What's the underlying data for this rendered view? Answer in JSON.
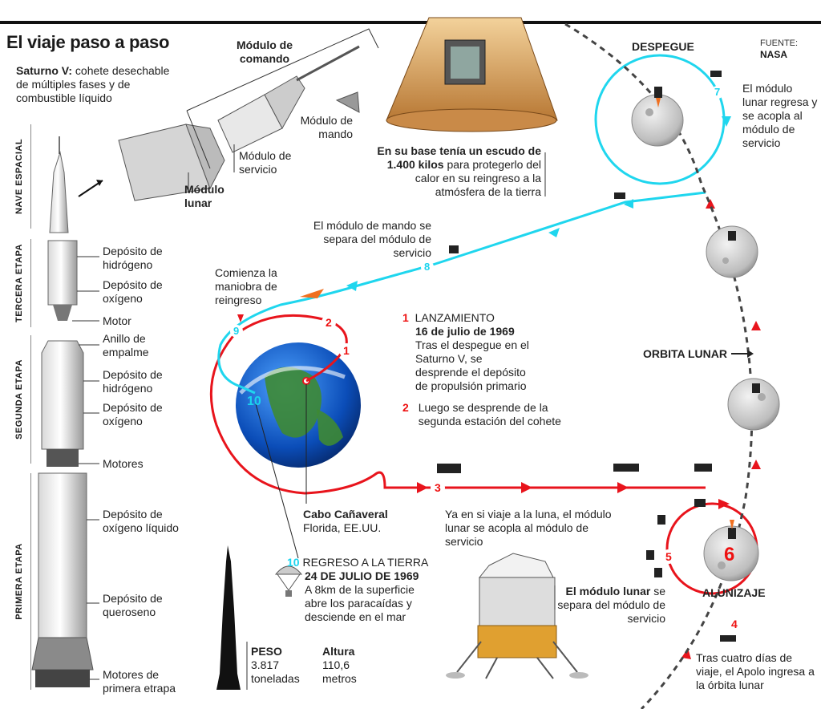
{
  "title": "El viaje paso a paso",
  "source_label": "FUENTE:",
  "source_name": "NASA",
  "saturno": {
    "bold": "Saturno V:",
    "rest": " cohete desechable de múltiples fases y de combustible líquido"
  },
  "stages": {
    "nave": "NAVE ESPACIAL",
    "tercera": "TERCERA ETAPA",
    "segunda": "SEGUNDA ETAPA",
    "primera": "PRIMERA ETAPA"
  },
  "rocket_labels": {
    "dep_hidrogeno_3": "Depósito de hidrógeno",
    "dep_oxigeno_3": "Depósito de oxígeno",
    "motor": "Motor",
    "anillo": "Anillo de empalme",
    "dep_hidrogeno_2": "Depósito de hidrógeno",
    "dep_oxigeno_2": "Depósito de oxígeno",
    "motores": "Motores",
    "dep_oxigeno_liquido": "Depósito de oxígeno líquido",
    "dep_queroseno": "Depósito de queroseno",
    "motores_primera": "Motores de primera etrapa"
  },
  "modules": {
    "comando": "Módulo de comando",
    "mando": "Módulo de mando",
    "servicio": "Módulo de servicio",
    "lunar": "Módulo lunar"
  },
  "shield": {
    "bold": "En su base tenía un escudo de 1.400 kilos",
    "rest": " para protegerlo del calor en su reingreso a la atmósfera de la tierra"
  },
  "steps": {
    "s1_num": "1",
    "s1_title": "LANZAMIENTO",
    "s1_date": "16 de julio de 1969",
    "s1_text": "Tras el despegue en el Saturno V, se desprende el depósito de propulsión primario",
    "s2_num": "2",
    "s2_text": "Luego se desprende de la segunda estación del cohete",
    "s3_text": "Ya en si viaje a la luna, el módulo lunar se acopla al módulo de servicio",
    "s4_text": "Tras cuatro días de viaje, el Apolo ingresa a la órbita lunar",
    "lunar_sep_bold": "El módulo lunar",
    "lunar_sep_rest": " se separa del módulo de servicio",
    "s6_label": "ALUNIZAJE",
    "despegue": "DESPEGUE",
    "s7_text": "El módulo lunar regresa y se acopla al módulo de servicio",
    "s8_text": "El módulo de mando se separa del módulo de servicio",
    "s9_text": "Comienza la maniobra de reingreso",
    "s10_num": "10",
    "s10_title": "REGRESO A LA TIERRA",
    "s10_date": "24 DE JULIO DE 1969",
    "s10_text": "A 8km de la superficie abre los paracaídas y desciende en el mar",
    "orbita": "ORBITA LUNAR"
  },
  "cabo": {
    "bold": "Cabo Cañaveral",
    "rest": "Florida, EE.UU."
  },
  "stats": {
    "peso_label": "PESO",
    "peso_value": "3.817 toneladas",
    "altura_label": "Altura",
    "altura_value": "110,6 metros"
  },
  "markers": {
    "m1": "1",
    "m2": "2",
    "m3": "3",
    "m4": "4",
    "m5": "5",
    "m6": "6",
    "m7": "7",
    "m8": "8",
    "m9": "9",
    "m10": "10"
  },
  "colors": {
    "red": "#e8141c",
    "cyan": "#1fd6ee",
    "black": "#111111"
  }
}
